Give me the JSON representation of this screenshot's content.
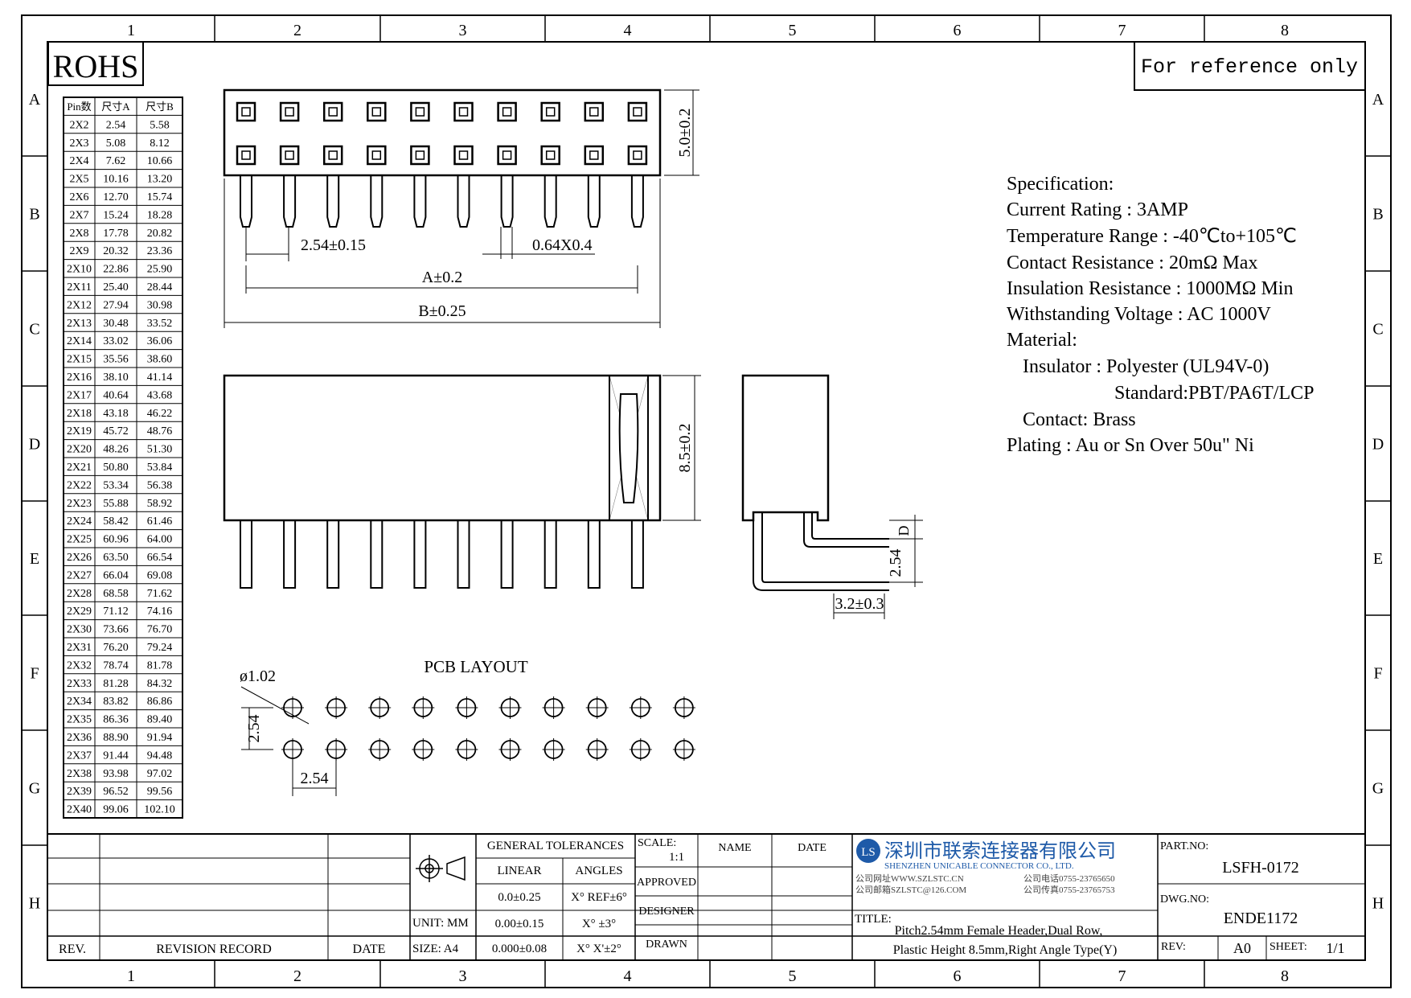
{
  "frame": {
    "col_numbers": [
      "1",
      "2",
      "3",
      "4",
      "5",
      "6",
      "7",
      "8"
    ],
    "row_letters": [
      "A",
      "B",
      "C",
      "D",
      "E",
      "F",
      "G",
      "H"
    ]
  },
  "rohs": "ROHS",
  "reference_note": "For reference only",
  "size_table": {
    "headers": [
      "Pin数",
      "尺寸A",
      "尺寸B"
    ],
    "rows": [
      [
        "2X2",
        "2.54",
        "5.58"
      ],
      [
        "2X3",
        "5.08",
        "8.12"
      ],
      [
        "2X4",
        "7.62",
        "10.66"
      ],
      [
        "2X5",
        "10.16",
        "13.20"
      ],
      [
        "2X6",
        "12.70",
        "15.74"
      ],
      [
        "2X7",
        "15.24",
        "18.28"
      ],
      [
        "2X8",
        "17.78",
        "20.82"
      ],
      [
        "2X9",
        "20.32",
        "23.36"
      ],
      [
        "2X10",
        "22.86",
        "25.90"
      ],
      [
        "2X11",
        "25.40",
        "28.44"
      ],
      [
        "2X12",
        "27.94",
        "30.98"
      ],
      [
        "2X13",
        "30.48",
        "33.52"
      ],
      [
        "2X14",
        "33.02",
        "36.06"
      ],
      [
        "2X15",
        "35.56",
        "38.60"
      ],
      [
        "2X16",
        "38.10",
        "41.14"
      ],
      [
        "2X17",
        "40.64",
        "43.68"
      ],
      [
        "2X18",
        "43.18",
        "46.22"
      ],
      [
        "2X19",
        "45.72",
        "48.76"
      ],
      [
        "2X20",
        "48.26",
        "51.30"
      ],
      [
        "2X21",
        "50.80",
        "53.84"
      ],
      [
        "2X22",
        "53.34",
        "56.38"
      ],
      [
        "2X23",
        "55.88",
        "58.92"
      ],
      [
        "2X24",
        "58.42",
        "61.46"
      ],
      [
        "2X25",
        "60.96",
        "64.00"
      ],
      [
        "2X26",
        "63.50",
        "66.54"
      ],
      [
        "2X27",
        "66.04",
        "69.08"
      ],
      [
        "2X28",
        "68.58",
        "71.62"
      ],
      [
        "2X29",
        "71.12",
        "74.16"
      ],
      [
        "2X30",
        "73.66",
        "76.70"
      ],
      [
        "2X31",
        "76.20",
        "79.24"
      ],
      [
        "2X32",
        "78.74",
        "81.78"
      ],
      [
        "2X33",
        "81.28",
        "84.32"
      ],
      [
        "2X34",
        "83.82",
        "86.86"
      ],
      [
        "2X35",
        "86.36",
        "89.40"
      ],
      [
        "2X36",
        "88.90",
        "91.94"
      ],
      [
        "2X37",
        "91.44",
        "94.48"
      ],
      [
        "2X38",
        "93.98",
        "97.02"
      ],
      [
        "2X39",
        "96.52",
        "99.56"
      ],
      [
        "2X40",
        "99.06",
        "102.10"
      ]
    ]
  },
  "dims": {
    "top_height": "5.0±0.2",
    "pitch": "2.54±0.15",
    "pin_size": "0.64X0.4",
    "a": "A±0.2",
    "b": "B±0.25",
    "side_height": "8.5±0.2",
    "d": "D",
    "row_pitch": "2.54",
    "offset": "3.2±0.3",
    "hole": "ø1.02",
    "pcb_row": "2.54",
    "pcb_pitch": "2.54",
    "pcb_title": "PCB LAYOUT"
  },
  "spec": {
    "lines": [
      "Specification:",
      "Current Rating : 3AMP",
      "Temperature Range : -40℃to+105℃",
      "Contact Resistance : 20mΩ Max",
      "Insulation Resistance : 1000MΩ Min",
      "Withstanding Voltage : AC 1000V",
      "Material:",
      "Insulator : Polyester (UL94V-0)",
      "Standard:PBT/PA6T/LCP",
      "Contact: Brass",
      "Plating : Au or Sn Over 50u\" Ni"
    ]
  },
  "title_block": {
    "rev_label": "REV.",
    "revision_record": "REVISION RECORD",
    "date_label": "DATE",
    "unit": "UNIT: MM",
    "size": "SIZE: A4",
    "general_tolerances": "GENERAL TOLERANCES",
    "linear": "LINEAR",
    "angles": "ANGLES",
    "lin1": "0.0±0.25",
    "lin2": "0.00±0.15",
    "lin3": "0.000±0.08",
    "ang1": "X° REF±6°",
    "ang2": "X° ±3°",
    "ang3": "X° X'±2°",
    "scale_label": "SCALE:",
    "scale_value": "1:1",
    "approved": "APPROVED",
    "designer": "DESIGNER",
    "drawn": "DRAWN",
    "name": "NAME",
    "date": "DATE",
    "company_cn": "深圳市联索连接器有限公司",
    "company_en": "SHENZHEN UNICABLE CONNECTOR CO., LTD.",
    "web": "公司网址WWW.SZLSTC.CN",
    "mail": "公司邮箱SZLSTC@126.COM",
    "tel": "公司电话0755-23765650",
    "fax": "公司传真0755-23765753",
    "title_label": "TITLE:",
    "title1": "Pitch2.54mm Female Header,Dual Row,",
    "title2": "Plastic Height 8.5mm,Right Angle Type(Y)",
    "part_no_label": "PART.NO:",
    "part_no": "LSFH-0172",
    "dwg_no_label": "DWG.NO:",
    "dwg_no": "ENDE1172",
    "rev": "REV:",
    "rev_value": "A0",
    "sheet": "SHEET:",
    "sheet_value": "1/1"
  }
}
